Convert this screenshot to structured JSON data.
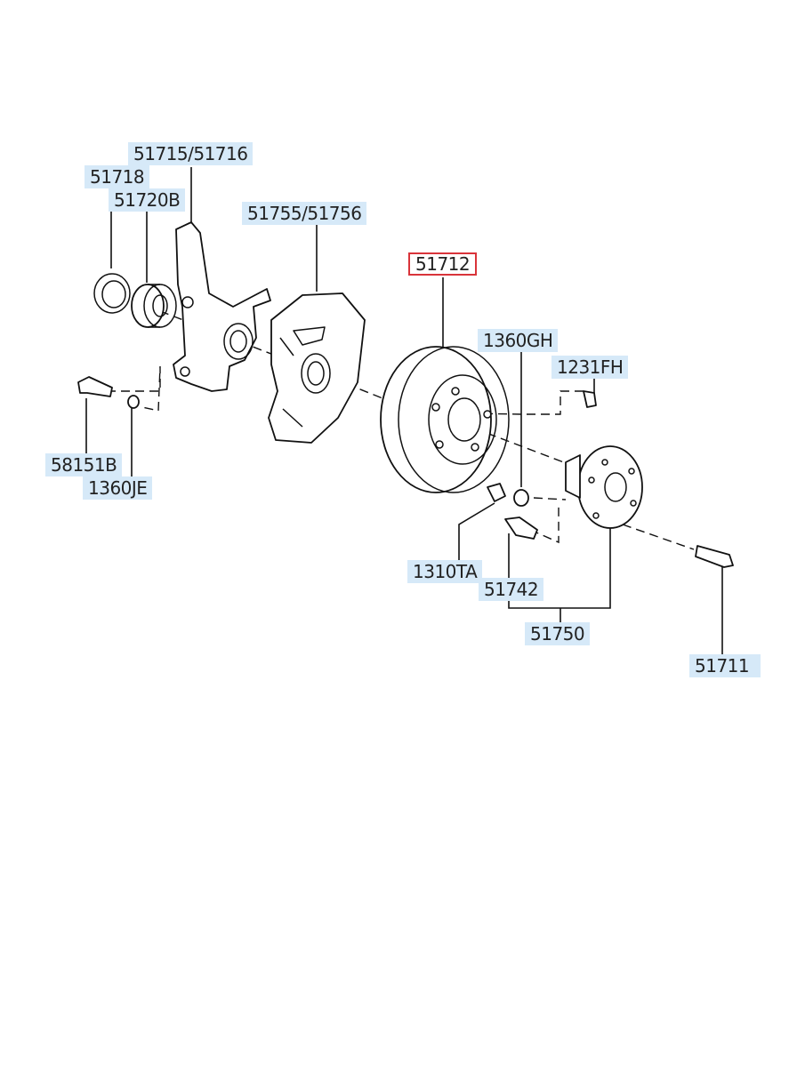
{
  "labels": {
    "l51715": "51715/51716",
    "l51718": "51718",
    "l51720b": "51720B",
    "l51755": "51755/51756",
    "l51712": "51712",
    "l1360gh": "1360GH",
    "l1231fh": "1231FH",
    "l58151b": "58151B",
    "l1360je": "1360JE",
    "l1310ta": "1310TA",
    "l51742": "51742",
    "l51750": "51750",
    "l51711": "51711"
  },
  "colors": {
    "label_fill": "#d6e9f8",
    "highlight_border": "#d9343a"
  },
  "highlighted_part": "51712"
}
